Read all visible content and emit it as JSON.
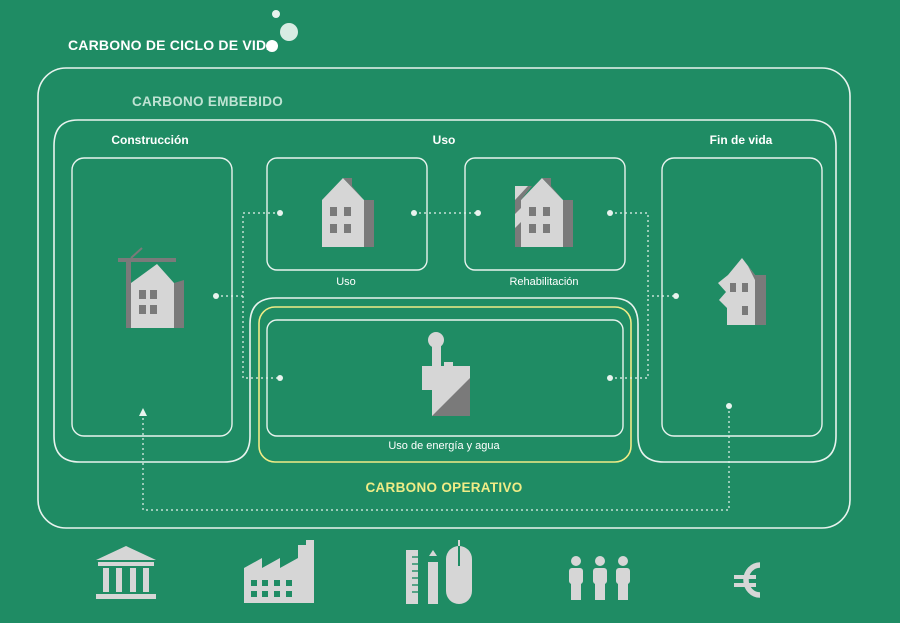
{
  "title": "CARBONO DE CICLO DE VIDA",
  "embodied_label": "CARBONO EMBEBIDO",
  "operational_label": "CARBONO OPERATIVO",
  "stages": {
    "construction": "Construcción",
    "use": "Uso",
    "end_of_life": "Fin de vida"
  },
  "sub_stages": {
    "use": "Uso",
    "rehab": "Rehabilitación",
    "energy_water": "Uso de energía y agua"
  },
  "colors": {
    "background": "#1f8c64",
    "outline": "#e8f3ee",
    "operational_outline": "#f0ec86",
    "embodied_text": "#bfe3d3",
    "icon_light": "#d6d6d6",
    "icon_dark": "#7a7a7a"
  },
  "bottom_icons": [
    "government-building-icon",
    "factory-icon",
    "ruler-mouse-icon",
    "people-icon",
    "euro-icon"
  ]
}
